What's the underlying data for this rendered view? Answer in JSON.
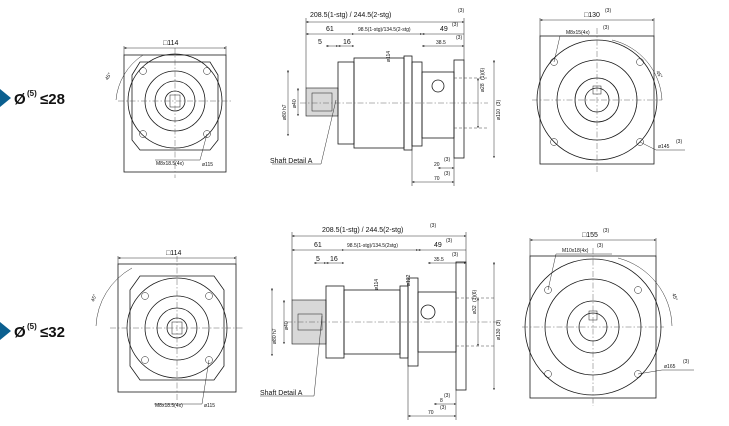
{
  "rows": [
    {
      "tag": {
        "prefix": "Ø",
        "sup": "(5)",
        "suffix": "≤28"
      },
      "left": {
        "square": "□114",
        "angle": "45°",
        "holes": "M8x18.5(4x)",
        "pcd": "ø115"
      },
      "side": {
        "overall": "208.5(1-stg) / 244.5(2-stg)",
        "overall_sup": "(3)",
        "d61": "61",
        "body": "98.5(1-stg)/134.5(2-stg)",
        "d49": "49",
        "d49_sup": "(3)",
        "d5": "5",
        "d16": "16",
        "dia114": "ø114",
        "d38": "38.5",
        "d38_sup": "(3)",
        "dia_flange": "ø80 h7",
        "dia_shaft": "ø40",
        "dia_bore": "ø28",
        "dia_bore_sup": "(1)(6)",
        "dia_out": "ø110",
        "dia_out_sup": "(3)",
        "d20": "20",
        "d20_sup": "(3)",
        "d70": "70",
        "d70_sup": "(3)",
        "shaft_detail": "Shaft Detail  A"
      },
      "right": {
        "square": "□130",
        "square_sup": "(3)",
        "holes": "M8x15(4x)",
        "holes_sup": "(3)",
        "angle": "45°",
        "pcd": "ø145",
        "pcd_sup": "(3)"
      }
    },
    {
      "tag": {
        "prefix": "Ø",
        "sup": "(5)",
        "suffix": "≤32"
      },
      "left": {
        "square": "□114",
        "angle": "45°",
        "holes": "M8x18.5(4x)",
        "pcd": "ø115"
      },
      "side": {
        "overall": "208.5(1-stg) / 244.5(2-stg)",
        "overall_sup": "(3)",
        "d61": "61",
        "body": "98.5(1-stg)/134.5(2stg)",
        "d49": "49",
        "d49_sup": "(3)",
        "d5": "5",
        "d16": "16",
        "dia114": "ø114",
        "dia122": "ø122",
        "d35": "35.5",
        "d35_sup": "(3)",
        "dia_flange": "ø80 h7",
        "dia_shaft": "ø40",
        "dia_bore": "ø32",
        "dia_bore_sup": "(1)(6)",
        "dia_out": "ø130",
        "dia_out_sup": "(3)",
        "d8": "8",
        "d8_sup": "(3)",
        "d70": "70",
        "d70_sup": "(3)",
        "shaft_detail": "Shaft Detail  A"
      },
      "right": {
        "square": "□155",
        "square_sup": "(3)",
        "holes": "M10x18(4x)",
        "holes_sup": "(3)",
        "angle": "45°",
        "pcd": "ø165",
        "pcd_sup": "(3)"
      }
    }
  ],
  "colors": {
    "tag_arrow": "#0b5f8f",
    "line": "#1a1a1a"
  },
  "icons": [
    "play-arrow-icon"
  ]
}
